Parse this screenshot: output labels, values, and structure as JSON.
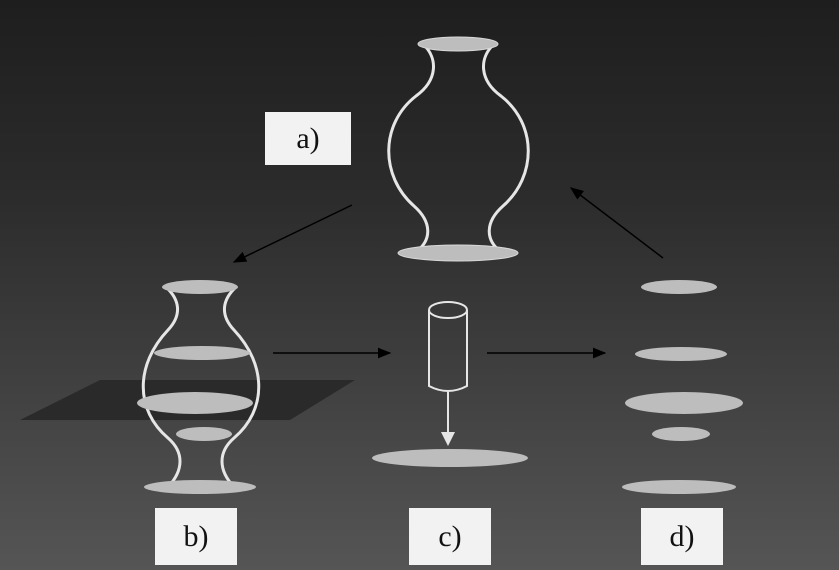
{
  "labels": {
    "a": "a)",
    "b": "b)",
    "c": "c)",
    "d": "d)"
  },
  "colors": {
    "outline": "#e6e6e6",
    "slice_fill": "#bdbdbd",
    "arrow": "#000000",
    "plane": "#2a2a2a",
    "label_background": "#f2f2f2"
  }
}
